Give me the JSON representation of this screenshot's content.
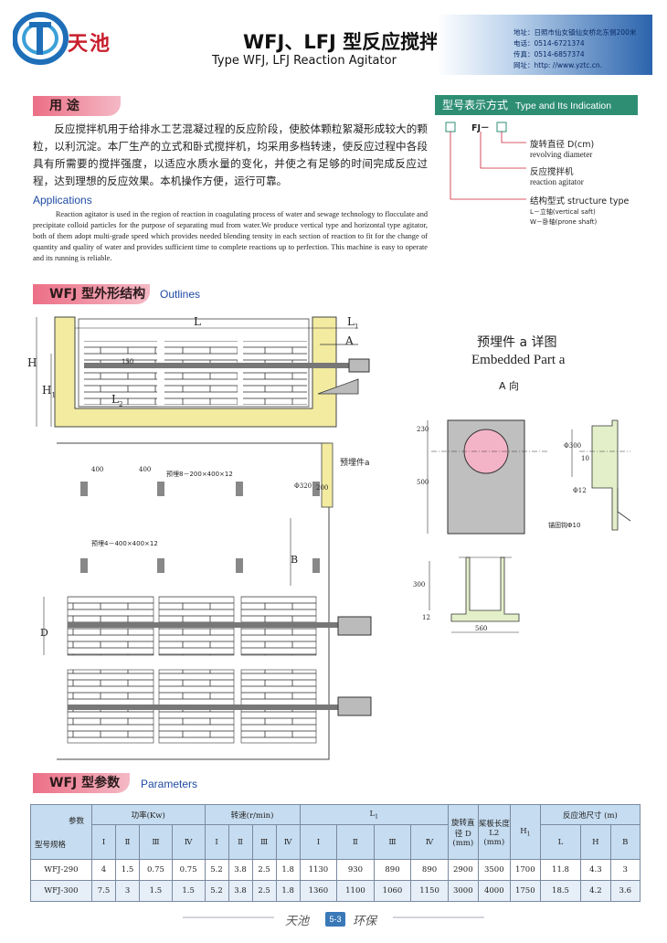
{
  "header": {
    "logo_text": "天池",
    "title_cn": "WFJ、LFJ 型反应搅拌机",
    "title_en": "Type WFJ, LFJ Reaction Agitator",
    "contact": [
      "地址：日照市仙女镇仙女桥北东侧200米",
      "电话：0514-6721374",
      "传真：0514-6857374",
      "网址：http: //www.yztc.cn."
    ]
  },
  "applications": {
    "tag_cn": "用  途",
    "para_cn": "反应搅拌机用于给排水工艺混凝过程的反应阶段，使胶体颗粒絮凝形成较大的颗粒，以利沉淀。本厂生产的立式和卧式搅拌机，均采用多档转速，使反应过程中各段具有所需要的搅拌强度，以适应水质水量的变化，并使之有足够的时间完成反应过程，达到理想的反应效果。本机操作方便，运行可靠。",
    "title_en": "Applications",
    "para_en": "Reaction agitator is used in the region of reaction in coagulating process of water and sewage technology to flocculate and precipitate colloid particles for the purpose of separating mud from water.We produce vertical type and horizontal type agitator, both of them adopt multi-grade speed which provides needed blending tensity in each section of reaction to fit for the change of quantity and quality of water and provides sufficient time to complete reactions up to perfection. This machine is easy to operate and its running is reliable."
  },
  "type_indication": {
    "head_cn": "型号表示方式",
    "head_en": "Type and Its Indication",
    "code": "FJ－",
    "item1_cn": "旋转直径 D(cm)",
    "item1_en": "revolving diameter",
    "item2_cn": "反应搅拌机",
    "item2_en": "reaction agitator",
    "item3_cn": "结构型式 structure type",
    "item3_l": "L－立轴(vertical saft)",
    "item3_w": "W－卧轴(prone shaft)"
  },
  "outlines": {
    "tag_cn": "WFJ 型外形结构",
    "title_en": "Outlines",
    "dim_L": "L",
    "dim_L1": "L",
    "dim_L1_sub": "1",
    "dim_L2": "L",
    "dim_L2_sub": "2",
    "dim_H": "H",
    "dim_H1": "H",
    "dim_H1_sub": "1",
    "dim_A": "A",
    "dim_150": "150",
    "dim_400a": "400",
    "dim_400b": "400",
    "embed_label1": "预埋8－200×400×12",
    "embed_label2": "预埋4－400×400×12",
    "embed_a": "预埋件a",
    "phi320": "Φ320",
    "d200": "200",
    "dim_B": "B",
    "dim_D": "D"
  },
  "embedded": {
    "title_cn": "预埋件 a 详图",
    "title_en": "Embedded Part a",
    "view_a": "A 向",
    "d230": "230",
    "d500": "500",
    "phi300": "Φ300",
    "d10": "10",
    "phi12": "Φ12",
    "anchor": "锚固钩Φ10",
    "d300": "300",
    "d12": "12",
    "d560": "560"
  },
  "parameters": {
    "tag_cn": "WFJ 型参数",
    "title_en": "Parameters",
    "corner_top": "参数",
    "corner_bottom": "型号规格",
    "h_power": "功率(Kw)",
    "h_speed": "转速(r/min)",
    "h_L1": "L",
    "h_L1_sub": "1",
    "h_D": "旋转直径 D (mm)",
    "h_L2": "桨板长度 L2 (mm)",
    "h_H1": "H",
    "h_H1_sub": "1",
    "h_pool": "反应池尺寸 (m)",
    "sub": [
      "I",
      "Ⅱ",
      "Ⅲ",
      "Ⅳ",
      "I",
      "Ⅱ",
      "Ⅲ",
      "Ⅳ",
      "I",
      "Ⅱ",
      "Ⅲ",
      "Ⅳ",
      "L",
      "H",
      "B"
    ],
    "rows": [
      [
        "WFJ-290",
        "4",
        "1.5",
        "0.75",
        "0.75",
        "5.2",
        "3.8",
        "2.5",
        "1.8",
        "1130",
        "930",
        "890",
        "890",
        "2900",
        "3500",
        "1700",
        "11.8",
        "4.3",
        "3"
      ],
      [
        "WFJ-300",
        "7.5",
        "3",
        "1.5",
        "1.5",
        "5.2",
        "3.8",
        "2.5",
        "1.8",
        "1360",
        "1100",
        "1060",
        "1150",
        "3000",
        "4000",
        "1750",
        "18.5",
        "4.2",
        "3.6"
      ]
    ]
  },
  "footer": {
    "left": "天池",
    "page": "5-3",
    "right": "环保"
  },
  "colors": {
    "accent_green": "#2e8e74",
    "tag_pink": "#ec6f86",
    "concrete": "#f2eba0",
    "table_head": "#c6dcf0",
    "brand_red": "#c81e2c"
  }
}
